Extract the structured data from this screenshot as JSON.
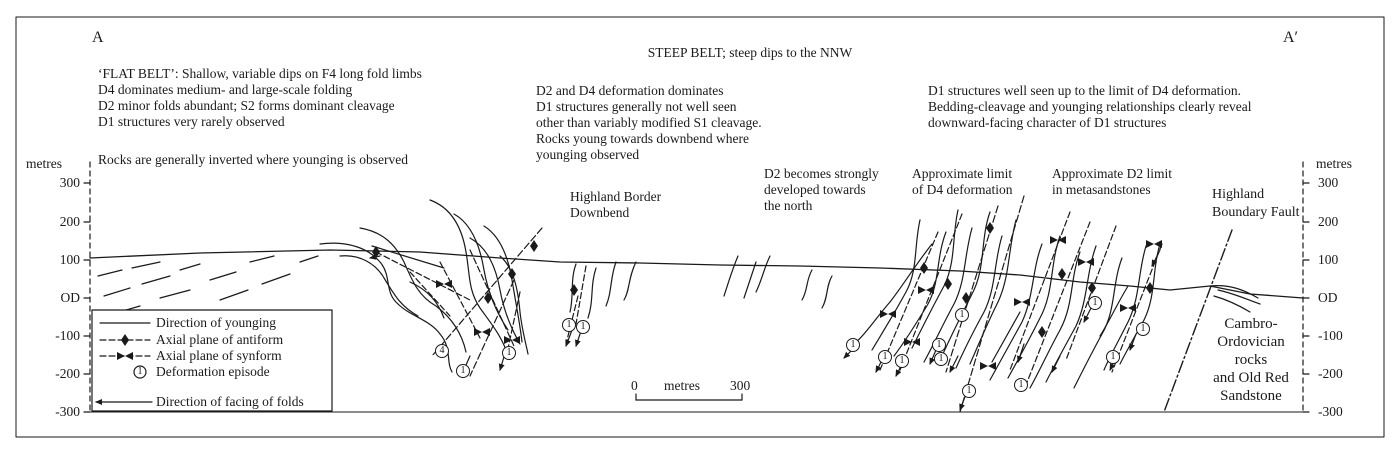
{
  "section": {
    "left_end_label": "A",
    "right_end_label": "A′",
    "steep_belt_title": "STEEP BELT; steep dips to the NNW"
  },
  "notes": {
    "flat_belt": [
      "‘FLAT BELT’: Shallow, variable dips on F4 long fold limbs",
      "D4  dominates medium- and large-scale folding",
      "D2 minor folds abundant; S2 forms dominant cleavage",
      "D1 structures very rarely observed"
    ],
    "inverted": "Rocks are generally inverted where younging is observed",
    "middle": [
      "D2 and D4 deformation dominates",
      "D1 structures generally not well seen",
      "other than variably modified S1 cleavage.",
      "Rocks young towards downbend where",
      "younging observed"
    ],
    "right": [
      "D1 structures well seen up to the limit of D4 deformation.",
      "Bedding-cleavage and younging relationships clearly reveal",
      "downward-facing character of D1 structures"
    ]
  },
  "annotations": {
    "downbend": [
      "Highland Border",
      "Downbend"
    ],
    "d2_north": [
      "D2 becomes strongly",
      "developed towards",
      "the north"
    ],
    "d4_limit": [
      "Approximate limit",
      "of D4 deformation"
    ],
    "d2_limit": [
      "Approximate D2 limit",
      "in metasandstones"
    ],
    "fault": [
      "Highland",
      "Boundary Fault"
    ],
    "rocks": [
      "Cambro-",
      "Ordovician",
      "rocks",
      "and Old Red",
      "Sandstone"
    ]
  },
  "axis": {
    "unit": "metres",
    "ticks": [
      "300",
      "200",
      "100",
      "OD",
      "-100",
      "-200",
      "-300"
    ]
  },
  "scale_bar": {
    "start": "0",
    "unit": "metres",
    "end": "300"
  },
  "legend": {
    "title": "Direction of younging",
    "items": [
      {
        "symbol": "antiform-axial-plane",
        "label": "Axial plane of antiform"
      },
      {
        "symbol": "synform-axial-plane",
        "label": "Axial plane of synform"
      },
      {
        "symbol": "episode-circle",
        "label": "Deformation episode",
        "glyph": "1"
      },
      {
        "symbol": "facing-arrow",
        "label": "Direction of facing of folds"
      }
    ]
  },
  "episode_markers": [
    "4",
    "1",
    "1",
    "1",
    "1",
    "1",
    "1",
    "1",
    "1",
    "1",
    "1",
    "1",
    "1",
    "1",
    "1",
    "1"
  ],
  "colors": {
    "ink": "#1a1a1a",
    "background": "#ffffff"
  }
}
